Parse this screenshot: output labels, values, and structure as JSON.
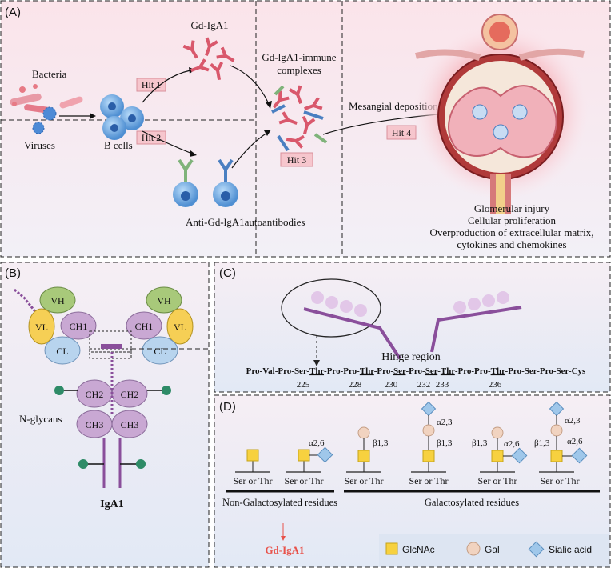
{
  "panelA": {
    "label": "(A)",
    "bacteria": "Bacteria",
    "viruses": "Viruses",
    "bcells": "B cells",
    "gd_iga1": "Gd-IgA1",
    "hit1": "Hit 1",
    "hit2": "Hit 2",
    "hit3": "Hit 3",
    "hit4": "Hit 4",
    "complex_line1": "Gd-lgA1-immune",
    "complex_line2": "complexes",
    "antibodies": "Anti-Gd-lgA1autoantibodies",
    "mesangial": "Mesangial deposition",
    "outcome1": "Glomerular injury",
    "outcome2": "Cellular proliferation",
    "outcome3": "Overproduction of extracellular matrix,",
    "outcome4": "cytokines and chemokines"
  },
  "panelB": {
    "label": "(B)",
    "vh": "VH",
    "vl": "VL",
    "ch1": "CH1",
    "cl": "CL",
    "ch2": "CH2",
    "ch3": "CH3",
    "nglycans": "N-glycans",
    "title": "IgA1"
  },
  "panelC": {
    "label": "(C)",
    "hinge": "Hinge region",
    "sequence": [
      {
        "t": "Pro-Val-Pro-Ser-",
        "u": false
      },
      {
        "t": "Thr",
        "u": true
      },
      {
        "t": "-Pro-Pro-",
        "u": false
      },
      {
        "t": "Thr",
        "u": true
      },
      {
        "t": "-Pro-",
        "u": false
      },
      {
        "t": "Ser",
        "u": true
      },
      {
        "t": "-Pro-",
        "u": false
      },
      {
        "t": "Ser",
        "u": true
      },
      {
        "t": "-",
        "u": false
      },
      {
        "t": "Thr",
        "u": true
      },
      {
        "t": "-Pro-Pro-",
        "u": false
      },
      {
        "t": "Thr",
        "u": true
      },
      {
        "t": "-Pro-Ser-Pro-Ser-Cys",
        "u": false
      }
    ],
    "positions": [
      "225",
      "228",
      "230",
      "232",
      "233",
      "236"
    ]
  },
  "panelD": {
    "label": "(D)",
    "ser_thr": "Ser or Thr",
    "a26": "α2,6",
    "a23": "α2,3",
    "b13": "β1,3",
    "nongal": "Non-Galactosylated residues",
    "gal": "Galactosylated residues",
    "gd": "Gd-IgA1",
    "legend": {
      "glcnac": "GlcNAc",
      "galactose": "Gal",
      "sialic": "Sialic acid"
    }
  },
  "colors": {
    "background_pink": "#fbe4ea",
    "background_blue": "#e7ecf6",
    "hit_box": "#f6c6cd",
    "antibody_red": "#d9586c",
    "antibody_blue": "#4a7fc1",
    "bcell": "#5d9fdc",
    "glcnac": "#f7d13f",
    "gal": "#f1d3c0",
    "sialic": "#9fc7ea",
    "iga_purple": "#c9a8d3",
    "vh_green": "#a8c97a",
    "vl_yellow": "#f6cf55",
    "cl_blue": "#b8d4ee",
    "gd_red": "#e8524a",
    "glycan_green": "#2e8b67"
  }
}
